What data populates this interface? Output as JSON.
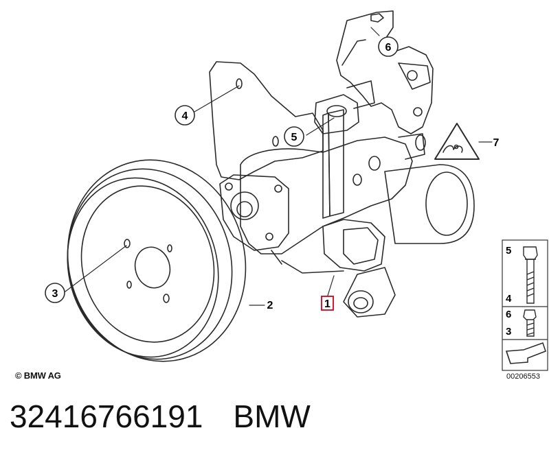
{
  "diagram": {
    "callouts": {
      "c1": "1",
      "c2": "2",
      "c3": "3",
      "c4": "4",
      "c5": "5",
      "c6": "6",
      "c7": "7"
    },
    "copyright": "© BMW AG",
    "drawing_number": "00206553"
  },
  "legend": {
    "bolt_long_top": "5",
    "bolt_long_bottom": "4",
    "bolt_short_top": "6",
    "bolt_short_bottom": "3"
  },
  "caption": {
    "part_number": "32416766191",
    "brand": "BMW"
  },
  "colors": {
    "line": "#2a2a2a",
    "callout_highlight": "#d0021b",
    "background": "#ffffff"
  },
  "icons": [
    "pulley-drawing",
    "power-steering-pump-drawing",
    "bracket-drawing",
    "warning-triangle-icon",
    "bolt-icon",
    "arrow-icon"
  ]
}
